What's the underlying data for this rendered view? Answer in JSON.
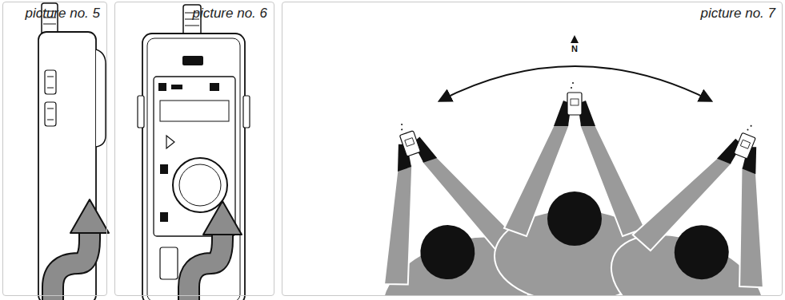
{
  "diagram": {
    "nodes": [
      {
        "text": [
          "picture no. 5"
        ]
      },
      {
        "text": [
          "picture no. 6"
        ]
      },
      {
        "text": [
          "picture no. 7"
        ]
      }
    ],
    "labels": [
      "N"
    ]
  }
}
